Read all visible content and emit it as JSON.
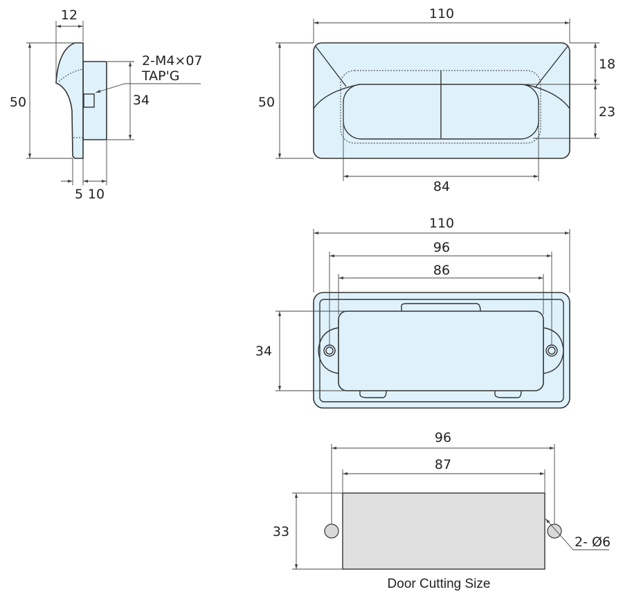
{
  "side_view": {
    "width_top": "12",
    "height": "50",
    "block_height": "34",
    "tap_label_1": "2-M4×07",
    "tap_label_2": "TAP'G",
    "thickness_flange": "5",
    "thickness_body": "10"
  },
  "front_view": {
    "width": "110",
    "height": "50",
    "top_offset": "18",
    "slot_height": "23",
    "slot_width": "84"
  },
  "back_view": {
    "width": "110",
    "hole_pitch": "96",
    "inner_width": "86",
    "inner_height": "34"
  },
  "cutout": {
    "hole_pitch": "96",
    "width": "87",
    "height": "33",
    "holes_label": "2- Ø6",
    "caption": "Door Cutting Size"
  },
  "colors": {
    "part_fill": "#dff2fc",
    "cutout_fill": "#e0e0e0"
  }
}
